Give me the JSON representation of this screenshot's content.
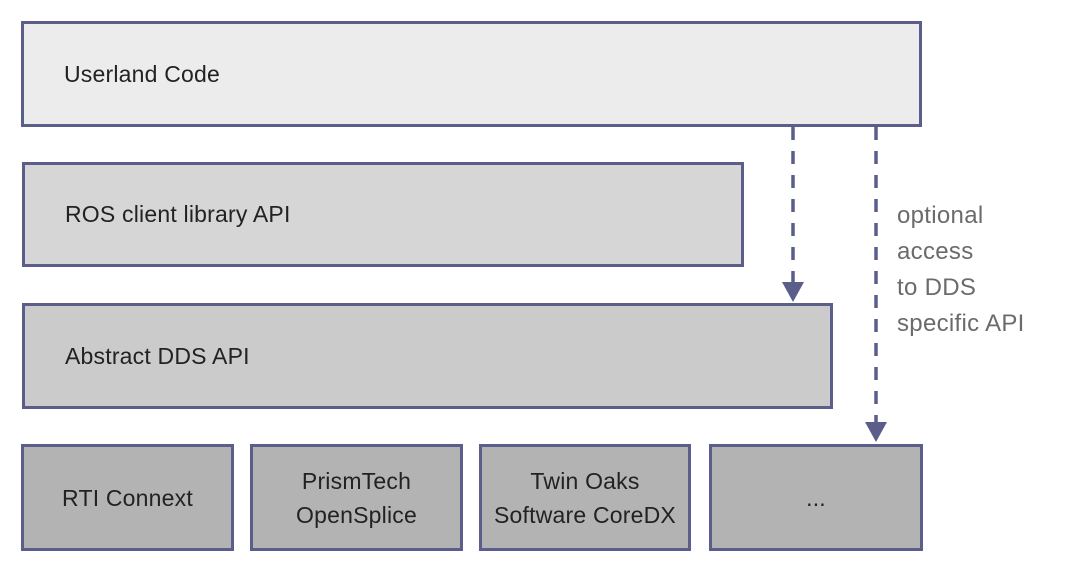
{
  "diagram": {
    "layers": {
      "userland": {
        "label": "Userland Code"
      },
      "ros_client": {
        "label": "ROS client library API"
      },
      "abstract_dds": {
        "label": "Abstract DDS API"
      }
    },
    "vendors": [
      {
        "lines": [
          "RTI Connext"
        ]
      },
      {
        "lines": [
          "PrismTech",
          "OpenSplice"
        ]
      },
      {
        "lines": [
          "Twin Oaks",
          "Software CoreDX"
        ]
      },
      {
        "lines": [
          "..."
        ]
      }
    ],
    "annotation": {
      "lines": [
        "optional",
        "access",
        "to DDS",
        "specific API"
      ]
    },
    "arrows": [
      {
        "name": "userland-to-abstract-dds"
      },
      {
        "name": "userland-to-dds-vendor"
      }
    ]
  },
  "theme": {
    "background": "#ffffff",
    "border-color": "#5b5e8b",
    "arrow-color": "#5b5e8b",
    "fill-userland": "#ececec",
    "fill-ros": "#d6d6d6",
    "fill-abstract": "#cbcbcb",
    "fill-vendor": "#b3b3b3",
    "label-color": "#222222",
    "annotation-color": "#6b6b6b"
  }
}
